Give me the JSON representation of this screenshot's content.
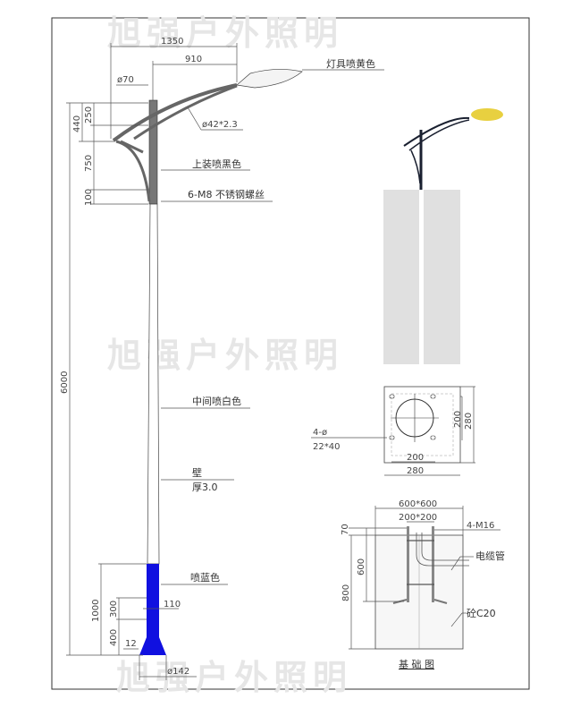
{
  "watermark": "旭强户外照明",
  "pole_drawing": {
    "dimensions": {
      "arm_span": "1350",
      "arm_reach": "910",
      "pole_top_dia": "ø70",
      "arm_tube": "ø42*2.3",
      "height_total": "6000",
      "arm_440": "440",
      "arm_250": "250",
      "arm_750": "750",
      "arm_100": "100",
      "base_1000": "1000",
      "base_300": "300",
      "base_400": "400",
      "base_110": "110",
      "base_12": "12",
      "base_dia": "ø142"
    },
    "labels": {
      "lamp_color": "灯具喷黄色",
      "upper_color": "上装喷黑色",
      "screws": "6-M8 不锈钢螺丝",
      "middle_color": "中间喷白色",
      "wall": "壁",
      "thickness": "厚3.0",
      "bottom_color": "喷蓝色"
    }
  },
  "base_plate": {
    "holes_label_1": "4-ø",
    "holes_label_2": "22*40",
    "inner_w": "200",
    "outer_w": "280",
    "inner_h": "200",
    "outer_h": "280"
  },
  "foundation": {
    "size": "600*600",
    "bolt_spacing": "200*200",
    "bolts": "4-M16",
    "cable_pipe": "电缆管",
    "concrete": "砼C20",
    "dim_70": "70",
    "dim_600": "600",
    "dim_800": "800",
    "title": "基 础 图"
  },
  "colors": {
    "blue": "#1010e0",
    "yellow": "#e8d040",
    "dark": "#555560"
  }
}
